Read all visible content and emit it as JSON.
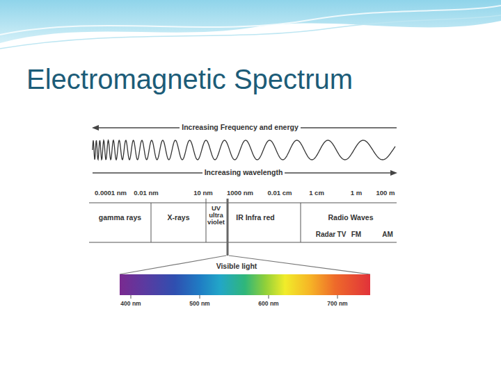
{
  "diagram": {
    "title": "Electromagnetic Spectrum",
    "nodes": [
      {
        "text": [
          "gamma rays"
        ]
      },
      {
        "text": [
          "X-rays"
        ]
      },
      {
        "text": [
          "UV ultra violet"
        ]
      },
      {
        "text": [
          "IR Infra red"
        ]
      },
      {
        "text": [
          "Radio Waves",
          "Radar",
          "TV",
          "FM",
          "AM"
        ]
      },
      {
        "text": [
          "Visible light"
        ]
      }
    ],
    "labels": [
      "Increasing Frequency and energy",
      "Increasing wavelength",
      "0.0001 nm",
      "0.01 nm",
      "10 nm",
      "1000 nm",
      "0.01 cm",
      "1 cm",
      "1 m",
      "100 m",
      "400 nm",
      "500 nm",
      "600 nm",
      "700 nm"
    ]
  }
}
